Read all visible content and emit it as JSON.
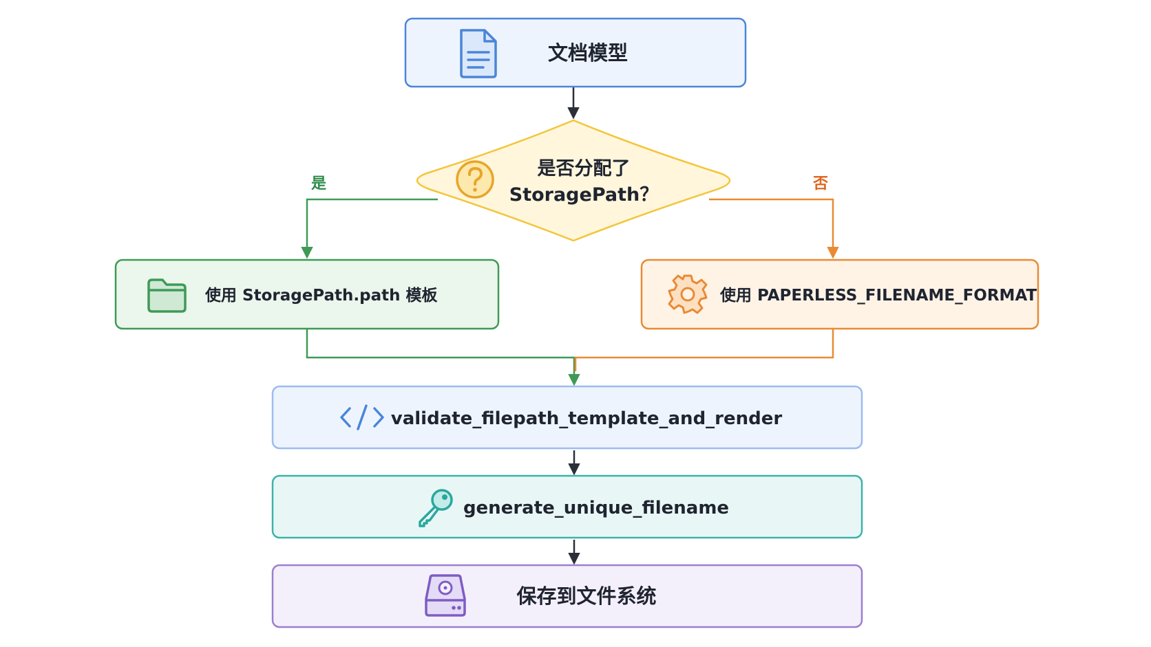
{
  "nodes": {
    "doc_model": {
      "label": "文档模型",
      "icon": "document-icon"
    },
    "decision": {
      "label_line1": "是否分配了",
      "label_line2": "StoragePath？",
      "icon": "question-icon"
    },
    "storage_template": {
      "label": "使用 StoragePath.path 模板",
      "icon": "folder-icon"
    },
    "filename_format": {
      "label": "使用 PAPERLESS_FILENAME_FORMAT",
      "icon": "gear-icon"
    },
    "validate": {
      "label": "validate_filepath_template_and_render",
      "icon": "code-icon"
    },
    "generate": {
      "label": "generate_unique_filename",
      "icon": "key-icon"
    },
    "save": {
      "label": "保存到文件系统",
      "icon": "hard-drive-icon"
    }
  },
  "edges": {
    "yes_label": "是",
    "no_label": "否"
  },
  "colors": {
    "blue_fill": "#eef4fd",
    "blue_stroke": "#4a86d8",
    "yellow_fill": "#fff6dc",
    "yellow_stroke": "#f3c53a",
    "green_fill": "#ebf6ec",
    "green_stroke": "#3f9a56",
    "orange_fill": "#fff3e6",
    "orange_stroke": "#e98a34",
    "lightblue_fill": "#eef4fe",
    "lightblue_stroke": "#9bbcf0",
    "teal_fill": "#e8f7f6",
    "teal_stroke": "#3db3aa",
    "purple_fill": "#f4f0fb",
    "purple_stroke": "#9b7fd0",
    "arrow_dark": "#2b2f38",
    "yes_color": "#2e8b4a",
    "no_color": "#e0661f"
  }
}
